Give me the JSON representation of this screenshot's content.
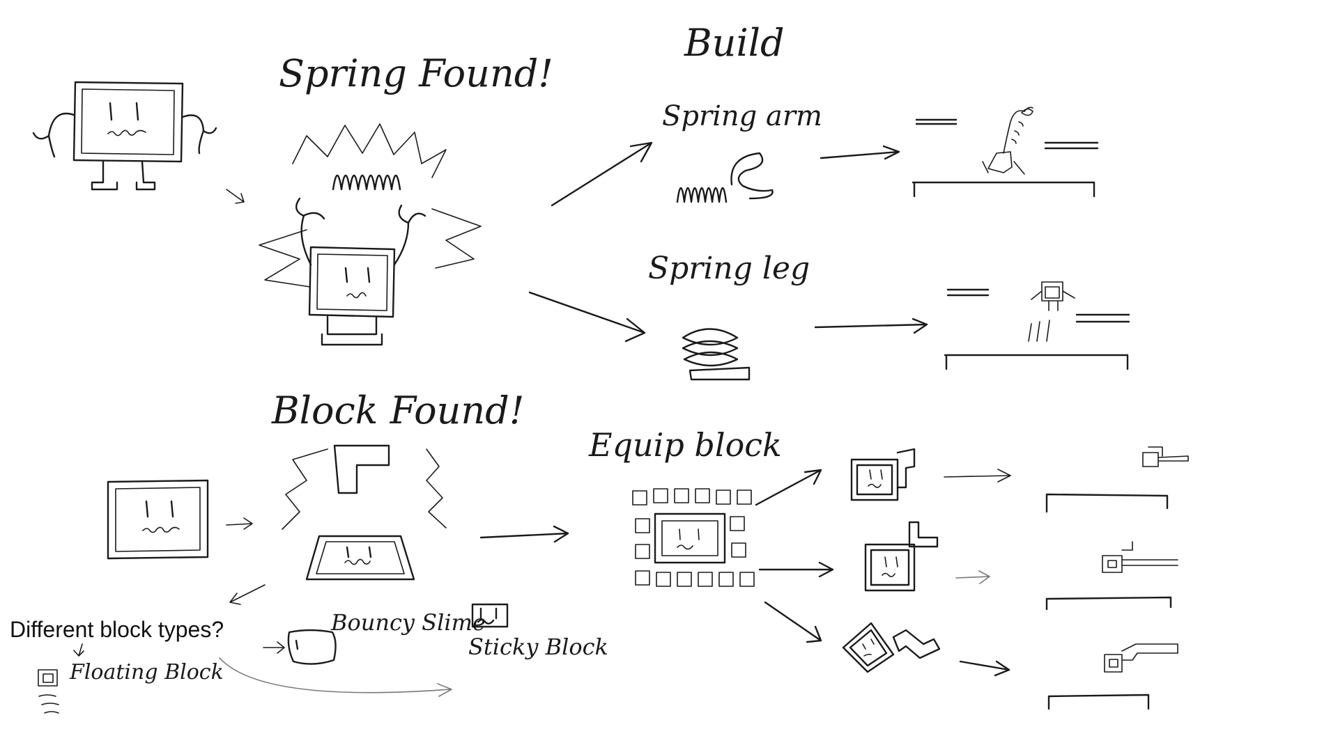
{
  "labels": {
    "build": "Build",
    "spring_found": "Spring Found!",
    "spring_arm": "Spring arm",
    "spring_leg": "Spring leg",
    "block_found": "Block Found!",
    "equip_block": "Equip block",
    "different_block_types": "Different block types?",
    "bouncy_slime": "Bouncy Slime",
    "sticky_block": "Sticky Block",
    "floating_block": "Floating Block"
  },
  "colors": {
    "ink": "#1a1a1a",
    "faint_ink": "#777777",
    "paper": "#ffffff"
  },
  "icons": [
    "robot-tv-icon",
    "spring-icon",
    "block-icon",
    "arrow-icon"
  ]
}
